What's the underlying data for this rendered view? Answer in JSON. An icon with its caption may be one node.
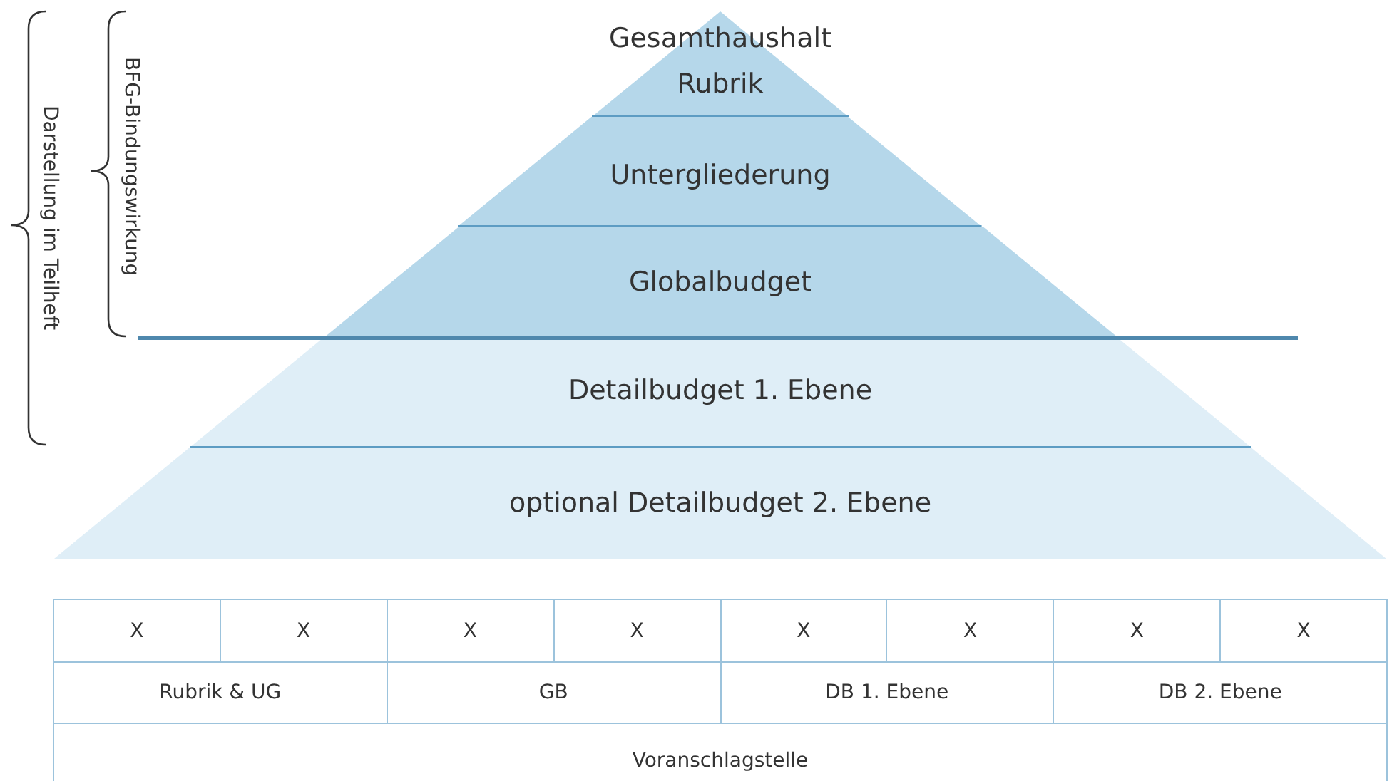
{
  "diagram": {
    "nodes": [
      {
        "text": [
          "Gesamthaushalt",
          "Rubrik"
        ]
      },
      {
        "text": [
          "Untergliederung"
        ]
      },
      {
        "text": [
          "Globalbudget"
        ]
      },
      {
        "text": [
          "Detailbudget 1. Ebene"
        ]
      },
      {
        "text": [
          "optional Detailbudget 2. Ebene"
        ]
      }
    ],
    "edges": [],
    "labels": [
      "Darstellung im Teilheft",
      "BFG-Bindungswirkung",
      "X",
      "X",
      "X",
      "X",
      "X",
      "X",
      "X",
      "X",
      "Rubrik & UG",
      "GB",
      "DB 1. Ebene",
      "DB 2. Ebene",
      "Voranschlagstelle"
    ]
  }
}
